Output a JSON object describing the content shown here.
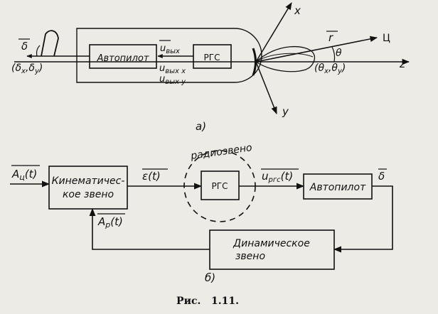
{
  "figure_a": {
    "autopilot": "Автопилот",
    "seeker": "РГС",
    "u_out": "u",
    "u_out_sub": "вых",
    "u_out_x": "u",
    "u_out_x_sub": "вых x",
    "u_out_y": "u",
    "u_out_y_sub": "вых y",
    "delta": "δ",
    "delta_xy": "(δ",
    "delta_x_sub": "x",
    "delta_sep": ",δ",
    "delta_y_sub": "y",
    "delta_close": ")",
    "theta_xy": "(θ",
    "theta_x_sub": "x",
    "theta_sep": ",θ",
    "theta_y_sub": "y",
    "theta_close": ")",
    "theta": "θ",
    "r": "r",
    "target": "Ц",
    "axis_x": "x",
    "axis_y": "y",
    "axis_z": "z",
    "caption": "a)"
  },
  "figure_b": {
    "input": "A",
    "input_sub": "ц",
    "input_arg": "(t)",
    "kinematic": [
      "Кинематичес-",
      "кое звено"
    ],
    "epsilon": "ε(t)",
    "radio_link": "радиозвено",
    "seeker": "РГС",
    "u_rgs": "u",
    "u_rgs_sub": "ргс",
    "u_rgs_arg": "(t)",
    "autopilot": "Автопилот",
    "delta": "δ",
    "feedback": "A",
    "feedback_sub": "р",
    "feedback_arg": "(t)",
    "dynamic": [
      "Динамическое",
      "звено"
    ],
    "caption": "б)"
  },
  "figure_caption": "Рис.   1.11."
}
